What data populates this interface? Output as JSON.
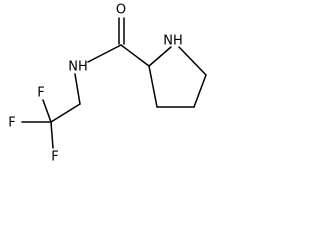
{
  "structure": {
    "atom_labels": {
      "oxygen": "O",
      "amide_nitrogen": "NH",
      "ring_nitrogen": "NH",
      "fluorine_top": "F",
      "fluorine_left": "F",
      "fluorine_bottom": "F"
    },
    "colors": {
      "bond": "#000000",
      "label": "#000000",
      "background": "#ffffff"
    }
  }
}
